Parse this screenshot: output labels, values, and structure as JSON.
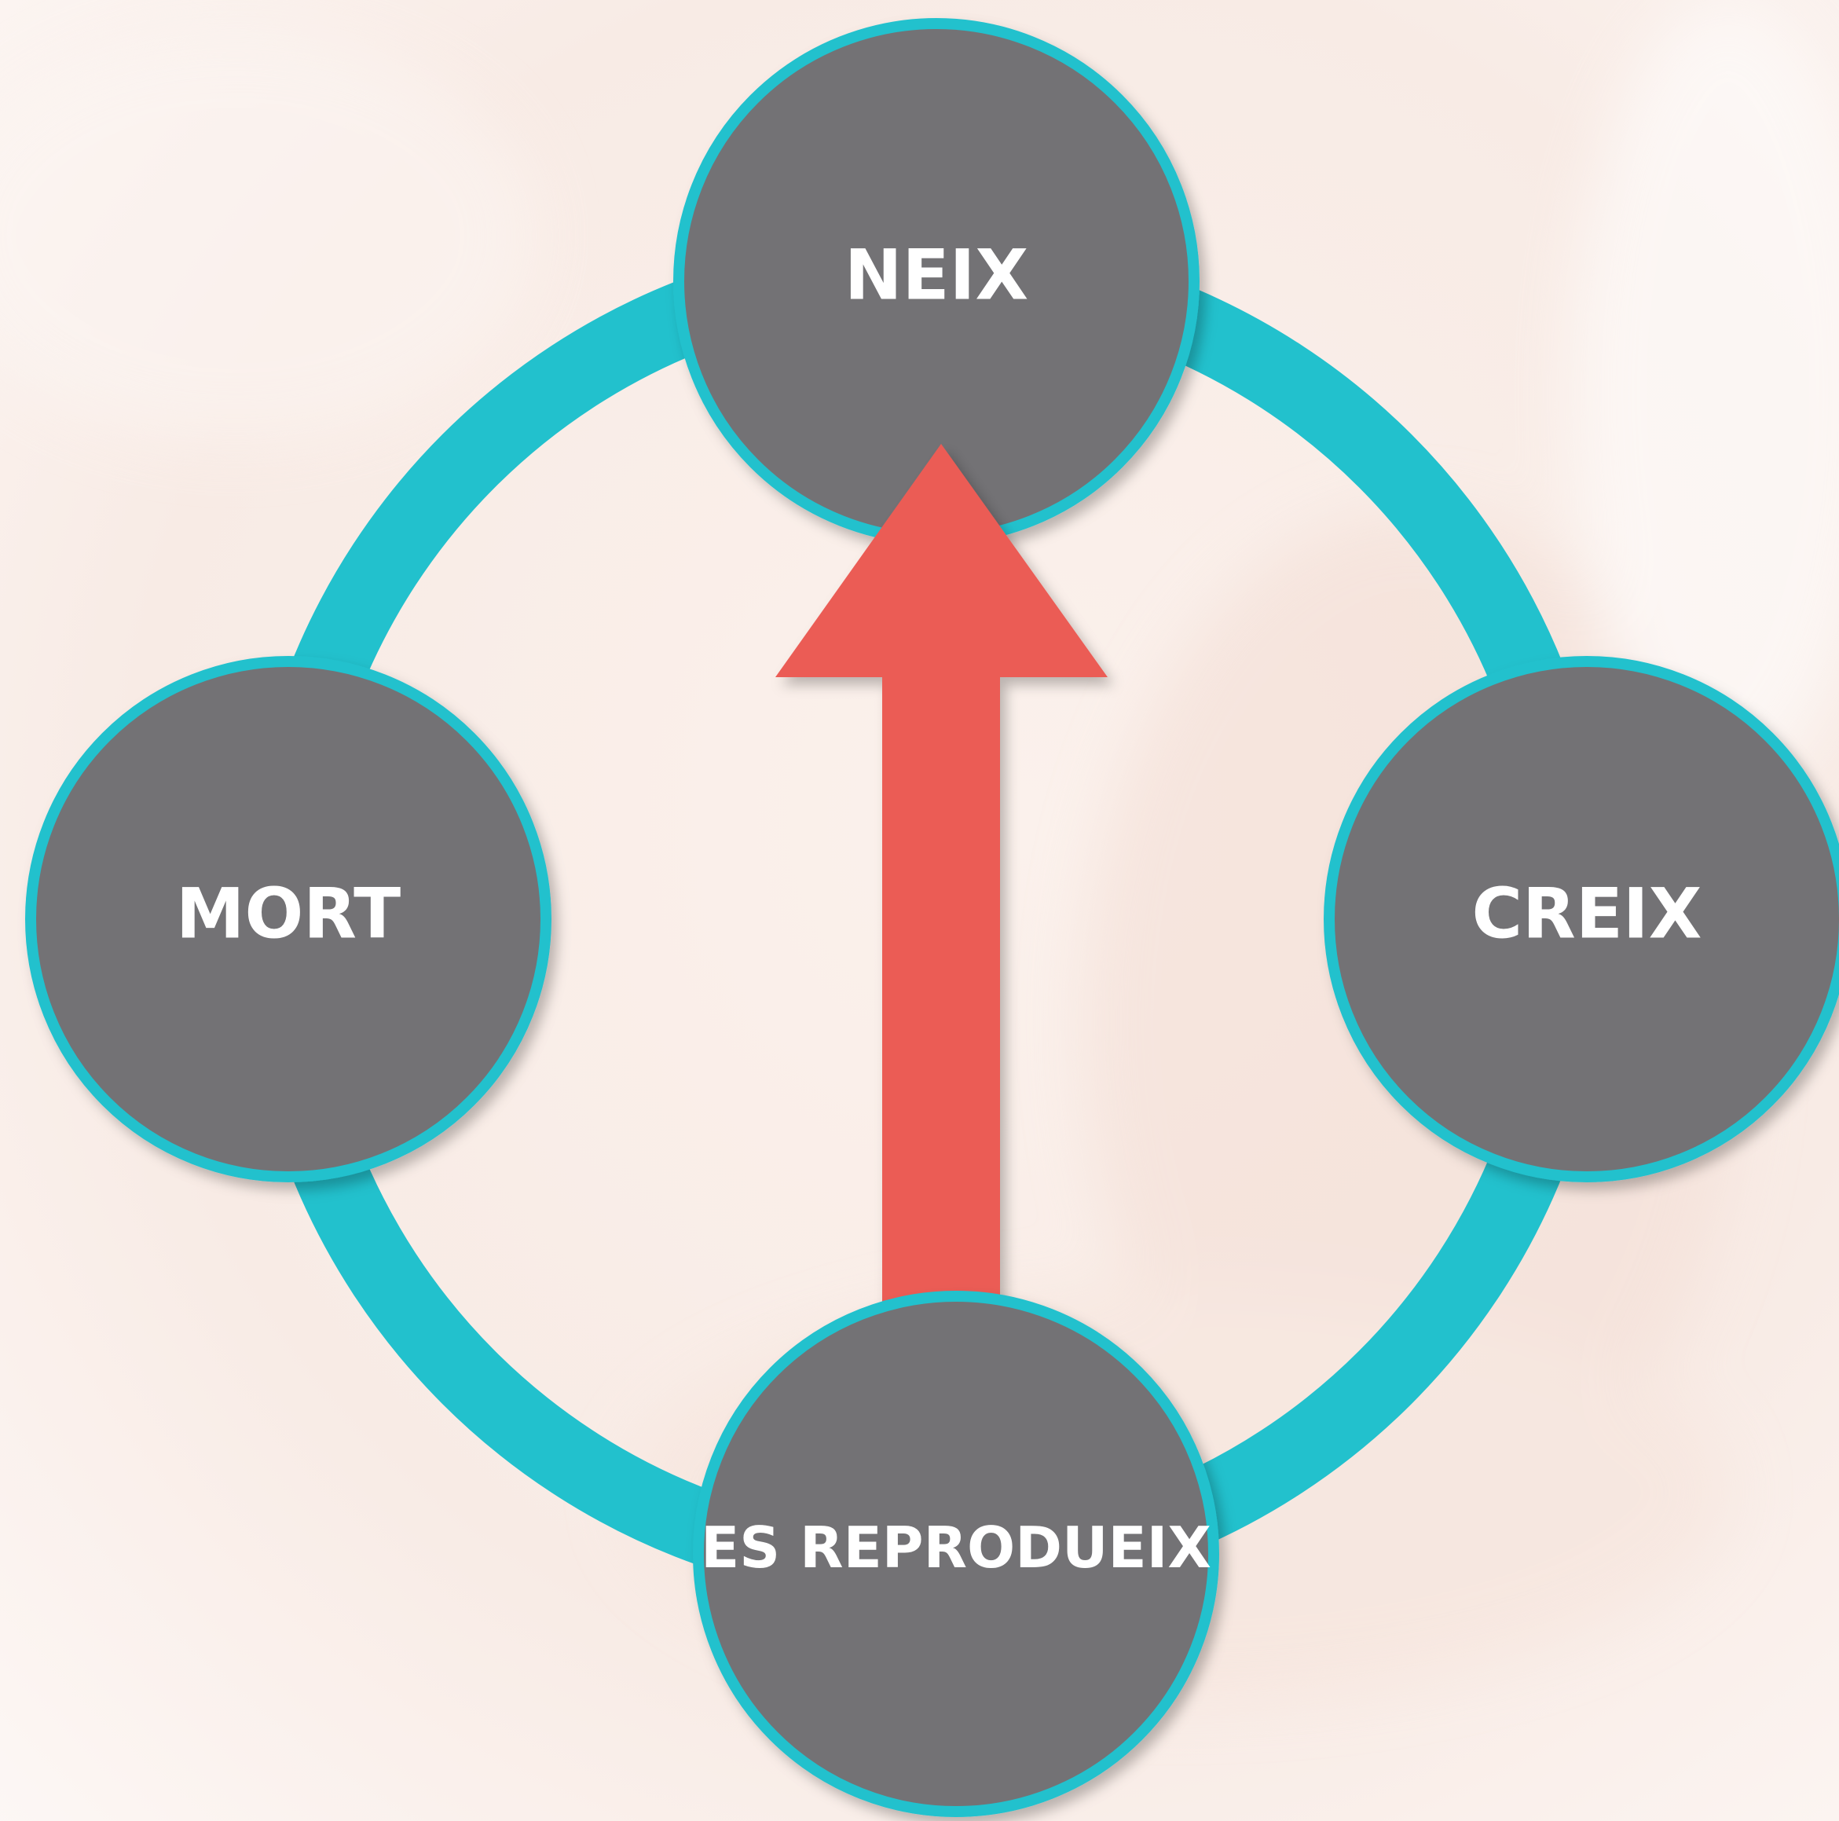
{
  "diagram": {
    "type": "cycle",
    "nodes": [
      {
        "id": "neix",
        "label": "NEIX"
      },
      {
        "id": "creix",
        "label": "CREIX"
      },
      {
        "id": "reprodueix",
        "label": "ES REPRODUEIX"
      },
      {
        "id": "mort",
        "label": "MORT"
      }
    ],
    "arrow": {
      "from": "reprodueix",
      "to": "neix"
    }
  },
  "colors": {
    "ring": "#22c1cd",
    "node_fill": "#737274",
    "node_border": "#22c1cd",
    "arrow": "#eb5b55",
    "text": "#ffffff",
    "background": "#faf0ec"
  }
}
